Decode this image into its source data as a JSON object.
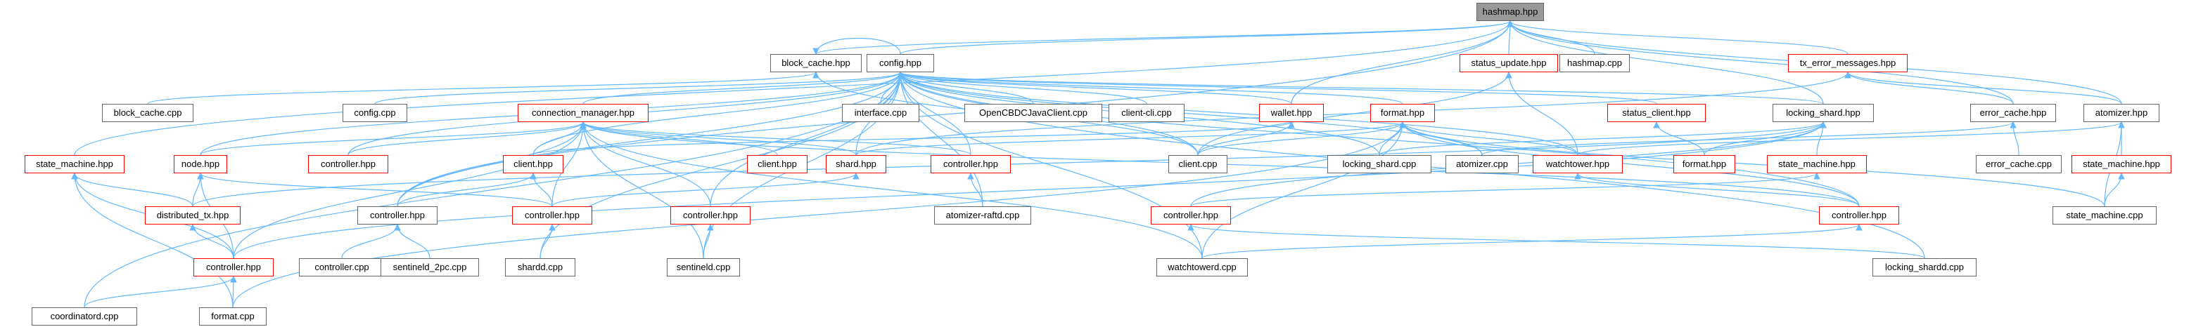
{
  "graph": {
    "root": "hashmap.hpp",
    "nodes": [
      {
        "id": "n_hashmap",
        "label": "hashmap.hpp",
        "style": "root"
      },
      {
        "id": "n_blockcache",
        "label": "block_cache.hpp",
        "style": "normal"
      },
      {
        "id": "n_config",
        "label": "config.hpp",
        "style": "normal"
      },
      {
        "id": "n_status_update",
        "label": "status_update.hpp",
        "style": "red"
      },
      {
        "id": "n_hashmap_cpp",
        "label": "hashmap.cpp",
        "style": "normal"
      },
      {
        "id": "n_tx_error",
        "label": "tx_error_messages.hpp",
        "style": "red"
      },
      {
        "id": "n_block_cache_cpp",
        "label": "block_cache.cpp",
        "style": "normal"
      },
      {
        "id": "n_config_cpp",
        "label": "config.cpp",
        "style": "normal"
      },
      {
        "id": "n_interface_cpp",
        "label": "interface.cpp",
        "style": "normal"
      },
      {
        "id": "n_opencbdc",
        "label": "OpenCBDCJavaClient.cpp",
        "style": "normal"
      },
      {
        "id": "n_client_cli",
        "label": "client-cli.cpp",
        "style": "normal"
      },
      {
        "id": "n_wallet",
        "label": "wallet.hpp",
        "style": "red"
      },
      {
        "id": "n_format",
        "label": "format.hpp",
        "style": "red"
      },
      {
        "id": "n_status_client",
        "label": "status_client.hpp",
        "style": "red"
      },
      {
        "id": "n_locking_shard",
        "label": "locking_shard.hpp",
        "style": "normal"
      },
      {
        "id": "n_error_cache",
        "label": "error_cache.hpp",
        "style": "normal"
      },
      {
        "id": "n_atomizer",
        "label": "atomizer.hpp",
        "style": "normal"
      },
      {
        "id": "n_conn_mgr",
        "label": "connection_manager.hpp",
        "style": "red"
      },
      {
        "id": "n_state_machine_l",
        "label": "state_machine.hpp",
        "style": "red"
      },
      {
        "id": "n_node",
        "label": "node.hpp",
        "style": "red"
      },
      {
        "id": "n_controller_a",
        "label": "controller.hpp",
        "style": "red"
      },
      {
        "id": "n_client_hpp",
        "label": "client.hpp",
        "style": "red"
      },
      {
        "id": "n_client_hpp2",
        "label": "client.hpp",
        "style": "red"
      },
      {
        "id": "n_shard",
        "label": "shard.hpp",
        "style": "red"
      },
      {
        "id": "n_controller_b",
        "label": "controller.hpp",
        "style": "red"
      },
      {
        "id": "n_client_cpp",
        "label": "client.cpp",
        "style": "normal"
      },
      {
        "id": "n_locking_shard_cpp",
        "label": "locking_shard.cpp",
        "style": "normal"
      },
      {
        "id": "n_atomizer_cpp",
        "label": "atomizer.cpp",
        "style": "normal"
      },
      {
        "id": "n_watchtower",
        "label": "watchtower.hpp",
        "style": "red"
      },
      {
        "id": "n_format_hpp2",
        "label": "format.hpp",
        "style": "red"
      },
      {
        "id": "n_state_machine_m",
        "label": "state_machine.hpp",
        "style": "red"
      },
      {
        "id": "n_error_cache_cpp",
        "label": "error_cache.cpp",
        "style": "normal"
      },
      {
        "id": "n_state_machine_r",
        "label": "state_machine.hpp",
        "style": "red"
      },
      {
        "id": "n_distributed_tx",
        "label": "distributed_tx.hpp",
        "style": "red"
      },
      {
        "id": "n_controller_c",
        "label": "controller.hpp",
        "style": "normal"
      },
      {
        "id": "n_controller_d",
        "label": "controller.hpp",
        "style": "red"
      },
      {
        "id": "n_controller_e",
        "label": "controller.hpp",
        "style": "red"
      },
      {
        "id": "n_atomizer_raftd",
        "label": "atomizer-raftd.cpp",
        "style": "normal"
      },
      {
        "id": "n_controller_f",
        "label": "controller.hpp",
        "style": "red"
      },
      {
        "id": "n_controller_g",
        "label": "controller.hpp",
        "style": "red"
      },
      {
        "id": "n_state_machine_cpp",
        "label": "state_machine.cpp",
        "style": "normal"
      },
      {
        "id": "n_controller_h",
        "label": "controller.hpp",
        "style": "red"
      },
      {
        "id": "n_controller_cpp",
        "label": "controller.cpp",
        "style": "normal"
      },
      {
        "id": "n_sentineld_2pc",
        "label": "sentineld_2pc.cpp",
        "style": "normal"
      },
      {
        "id": "n_shardd",
        "label": "shardd.cpp",
        "style": "normal"
      },
      {
        "id": "n_sentineld",
        "label": "sentineld.cpp",
        "style": "normal"
      },
      {
        "id": "n_watchtowerd",
        "label": "watchtowerd.cpp",
        "style": "normal"
      },
      {
        "id": "n_locking_shardd",
        "label": "locking_shardd.cpp",
        "style": "normal"
      },
      {
        "id": "n_coordinatord",
        "label": "coordinatord.cpp",
        "style": "normal"
      },
      {
        "id": "n_format_cpp",
        "label": "format.cpp",
        "style": "normal"
      }
    ],
    "edges": [
      [
        "n_blockcache",
        "n_hashmap"
      ],
      [
        "n_config",
        "n_hashmap"
      ],
      [
        "n_status_update",
        "n_hashmap"
      ],
      [
        "n_hashmap_cpp",
        "n_hashmap"
      ],
      [
        "n_tx_error",
        "n_hashmap"
      ],
      [
        "n_locking_shard",
        "n_hashmap"
      ],
      [
        "n_error_cache",
        "n_hashmap"
      ],
      [
        "n_atomizer",
        "n_hashmap"
      ],
      [
        "n_state_machine_l",
        "n_hashmap"
      ],
      [
        "n_wallet",
        "n_hashmap"
      ],
      [
        "n_controller_c",
        "n_hashmap"
      ],
      [
        "n_block_cache_cpp",
        "n_blockcache"
      ],
      [
        "n_config",
        "n_blockcache"
      ],
      [
        "n_client_cpp",
        "n_blockcache"
      ],
      [
        "n_config_cpp",
        "n_config"
      ],
      [
        "n_interface_cpp",
        "n_config"
      ],
      [
        "n_opencbdc",
        "n_config"
      ],
      [
        "n_client_cli",
        "n_config"
      ],
      [
        "n_conn_mgr",
        "n_config"
      ],
      [
        "n_wallet",
        "n_config"
      ],
      [
        "n_format",
        "n_config"
      ],
      [
        "n_status_client",
        "n_config"
      ],
      [
        "n_locking_shard",
        "n_config"
      ],
      [
        "n_node",
        "n_config"
      ],
      [
        "n_controller_a",
        "n_config"
      ],
      [
        "n_client_hpp",
        "n_config"
      ],
      [
        "n_shard",
        "n_config"
      ],
      [
        "n_controller_b",
        "n_config"
      ],
      [
        "n_client_cpp",
        "n_config"
      ],
      [
        "n_locking_shard_cpp",
        "n_config"
      ],
      [
        "n_atomizer_cpp",
        "n_config"
      ],
      [
        "n_watchtower",
        "n_config"
      ],
      [
        "n_controller_e",
        "n_config"
      ],
      [
        "n_atomizer_raftd",
        "n_config"
      ],
      [
        "n_controller_g",
        "n_config"
      ],
      [
        "n_coordinatord",
        "n_config"
      ],
      [
        "n_sentineld",
        "n_config"
      ],
      [
        "n_watchtowerd",
        "n_config"
      ],
      [
        "n_shardd",
        "n_config"
      ],
      [
        "n_locking_shardd",
        "n_config"
      ],
      [
        "n_controller_c",
        "n_config"
      ],
      [
        "n_watchtower",
        "n_status_update"
      ],
      [
        "n_client_cpp",
        "n_status_update"
      ],
      [
        "n_error_cache",
        "n_tx_error"
      ],
      [
        "n_atomizer",
        "n_tx_error"
      ],
      [
        "n_shard",
        "n_tx_error"
      ],
      [
        "n_controller_a",
        "n_conn_mgr"
      ],
      [
        "n_client_hpp",
        "n_conn_mgr"
      ],
      [
        "n_client_hpp2",
        "n_conn_mgr"
      ],
      [
        "n_shard",
        "n_conn_mgr"
      ],
      [
        "n_controller_b",
        "n_conn_mgr"
      ],
      [
        "n_controller_c",
        "n_conn_mgr"
      ],
      [
        "n_controller_d",
        "n_conn_mgr"
      ],
      [
        "n_controller_e",
        "n_conn_mgr"
      ],
      [
        "n_controller_h",
        "n_conn_mgr"
      ],
      [
        "n_node",
        "n_conn_mgr"
      ],
      [
        "n_sentineld",
        "n_conn_mgr"
      ],
      [
        "n_watchtowerd",
        "n_conn_mgr"
      ],
      [
        "n_controller_g",
        "n_conn_mgr"
      ],
      [
        "n_client_cpp",
        "n_wallet"
      ],
      [
        "n_client_hpp",
        "n_wallet"
      ],
      [
        "n_client_cpp",
        "n_format"
      ],
      [
        "n_locking_shard_cpp",
        "n_format"
      ],
      [
        "n_atomizer_cpp",
        "n_format"
      ],
      [
        "n_watchtower",
        "n_format"
      ],
      [
        "n_shard",
        "n_format"
      ],
      [
        "n_controller_g",
        "n_format"
      ],
      [
        "n_watchtowerd",
        "n_format"
      ],
      [
        "n_state_machine_cpp",
        "n_format"
      ],
      [
        "n_format_cpp",
        "n_format"
      ],
      [
        "n_format_hpp2",
        "n_status_client"
      ],
      [
        "n_locking_shard_cpp",
        "n_locking_shard"
      ],
      [
        "n_format_hpp2",
        "n_locking_shard"
      ],
      [
        "n_state_machine_m",
        "n_locking_shard"
      ],
      [
        "n_controller_f",
        "n_locking_shard"
      ],
      [
        "n_controller_h",
        "n_locking_shard"
      ],
      [
        "n_distributed_tx",
        "n_locking_shard"
      ],
      [
        "n_error_cache_cpp",
        "n_error_cache"
      ],
      [
        "n_atomizer_cpp",
        "n_error_cache"
      ],
      [
        "n_state_machine_r",
        "n_atomizer"
      ],
      [
        "n_state_machine_cpp",
        "n_atomizer"
      ],
      [
        "n_watchtower",
        "n_atomizer"
      ],
      [
        "n_controller_f",
        "n_state_machine_m"
      ],
      [
        "n_locking_shardd",
        "n_controller_f"
      ],
      [
        "n_state_machine_cpp",
        "n_state_machine_r"
      ],
      [
        "n_controller_g",
        "n_watchtower"
      ],
      [
        "n_watchtowerd",
        "n_controller_g"
      ],
      [
        "n_distributed_tx",
        "n_state_machine_l"
      ],
      [
        "n_controller_h",
        "n_state_machine_l"
      ],
      [
        "n_format_cpp",
        "n_state_machine_l"
      ],
      [
        "n_distributed_tx",
        "n_node"
      ],
      [
        "n_controller_h",
        "n_node"
      ],
      [
        "n_controller_d",
        "n_node"
      ],
      [
        "n_controller_h",
        "n_distributed_tx"
      ],
      [
        "n_coordinatord",
        "n_controller_h"
      ],
      [
        "n_format_cpp",
        "n_controller_h"
      ],
      [
        "n_controller_c",
        "n_client_hpp"
      ],
      [
        "n_controller_d",
        "n_client_hpp"
      ],
      [
        "n_controller_cpp",
        "n_controller_c"
      ],
      [
        "n_sentineld_2pc",
        "n_controller_c"
      ],
      [
        "n_shardd",
        "n_controller_d"
      ],
      [
        "n_controller_d",
        "n_shard"
      ],
      [
        "n_sentineld",
        "n_controller_e"
      ],
      [
        "n_atomizer_raftd",
        "n_controller_b"
      ]
    ]
  },
  "colors": {
    "edge": "#63b8ff",
    "root_fill": "#999999",
    "node_border": "#666666",
    "incomplete_border": "#ff0000"
  }
}
